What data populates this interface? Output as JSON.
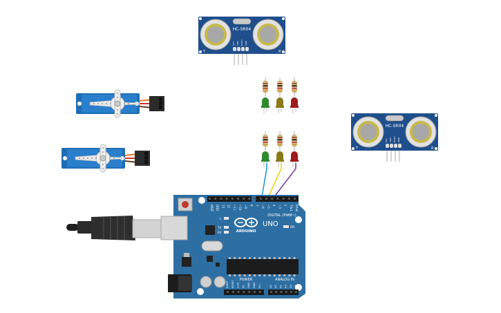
{
  "sensors": [
    {
      "model": "HC-SR04",
      "pin_labels": [
        "VCC",
        "TRIG",
        "ECHO",
        "GND"
      ],
      "left_mark": "T",
      "right_mark": "R"
    },
    {
      "model": "HC-SR04",
      "pin_labels": [
        "VCC",
        "TRIG",
        "ECHO",
        "GND"
      ],
      "left_mark": "T",
      "right_mark": "R"
    }
  ],
  "arduino": {
    "brand": "ARDUINO",
    "model": "UNO",
    "digital_label": "DIGITAL (PWM~)",
    "power_label": "POWER",
    "analog_label": "ANALOG IN",
    "led_labels": [
      "L",
      "TX",
      "RX"
    ],
    "on_label": "ON",
    "top_header": [
      "AREF",
      "GND",
      "13",
      "12",
      "~11",
      "~10",
      "~9",
      "8",
      "7",
      "~6",
      "~5",
      "4",
      "~3",
      "2",
      "TX▸1",
      "RX◂0"
    ],
    "power_pins": [
      "IOREF",
      "RESET",
      "3.3V",
      "5V",
      "GND",
      "GND",
      "Vin"
    ],
    "analog_pins": [
      "A0",
      "A1",
      "A2",
      "A3",
      "A4",
      "A5"
    ]
  },
  "leds": {
    "row1": [
      "green",
      "olive",
      "red"
    ],
    "row2": [
      "green",
      "olive",
      "red"
    ]
  },
  "wires": [
    {
      "color": "#1e9bd7",
      "from": "led-green-row2",
      "to": "pin-7"
    },
    {
      "color": "#f2d21b",
      "from": "led-olive-row2",
      "to": "pin-6"
    },
    {
      "color": "#7b3fa0",
      "from": "led-red-row2",
      "to": "pin-5"
    }
  ],
  "colors": {
    "board": "#2d6fa3",
    "sensor": "#1f4e8c",
    "servo": "#1f6db5",
    "led_green": "#2e8b2e",
    "led_olive": "#8c7a1a",
    "led_red": "#a01c1c"
  }
}
